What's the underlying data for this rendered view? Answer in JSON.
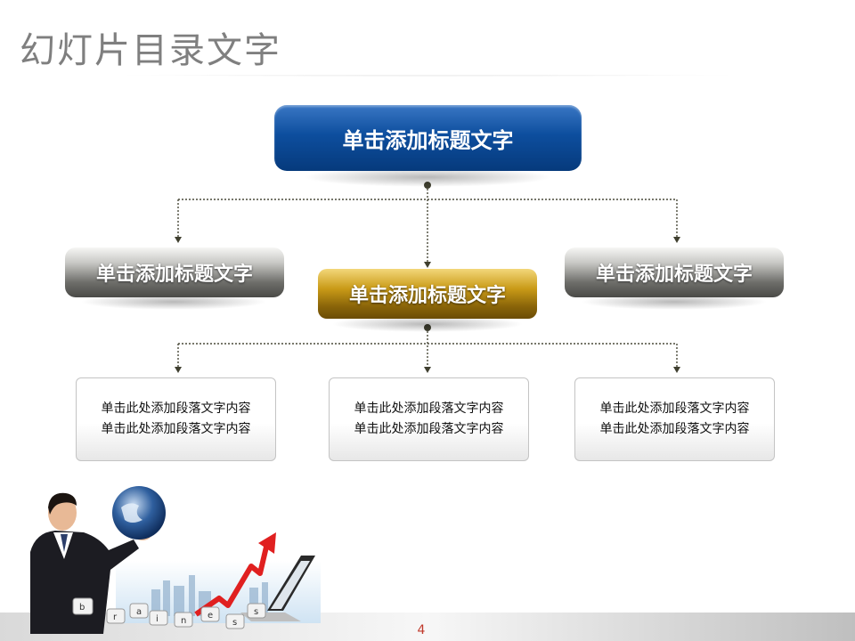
{
  "slide": {
    "title": "幻灯片目录文字",
    "page_number": "4"
  },
  "org_chart": {
    "top": {
      "label": "单击添加标题文字"
    },
    "second_level": [
      {
        "label": "单击添加标题文字"
      },
      {
        "label": "单击添加标题文字"
      },
      {
        "label": "单击添加标题文字"
      }
    ],
    "content_boxes": [
      {
        "line1": "单击此处添加段落文字内容",
        "line2": "单击此处添加段落文字内容"
      },
      {
        "line1": "单击此处添加段落文字内容",
        "line2": "单击此处添加段落文字内容"
      },
      {
        "line1": "单击此处添加段落文字内容",
        "line2": "单击此处添加段落文字内容"
      }
    ]
  },
  "illustration": {
    "keys": [
      "b",
      "r",
      "a",
      "i",
      "n",
      "e",
      "s",
      "s"
    ]
  },
  "colors": {
    "title_box_blue": "#0d4e9e",
    "highlight_gold": "#c99a17",
    "secondary_grey": "#6e6e6a",
    "connector": "#4a4a3a",
    "page_number": "#c0392b"
  }
}
